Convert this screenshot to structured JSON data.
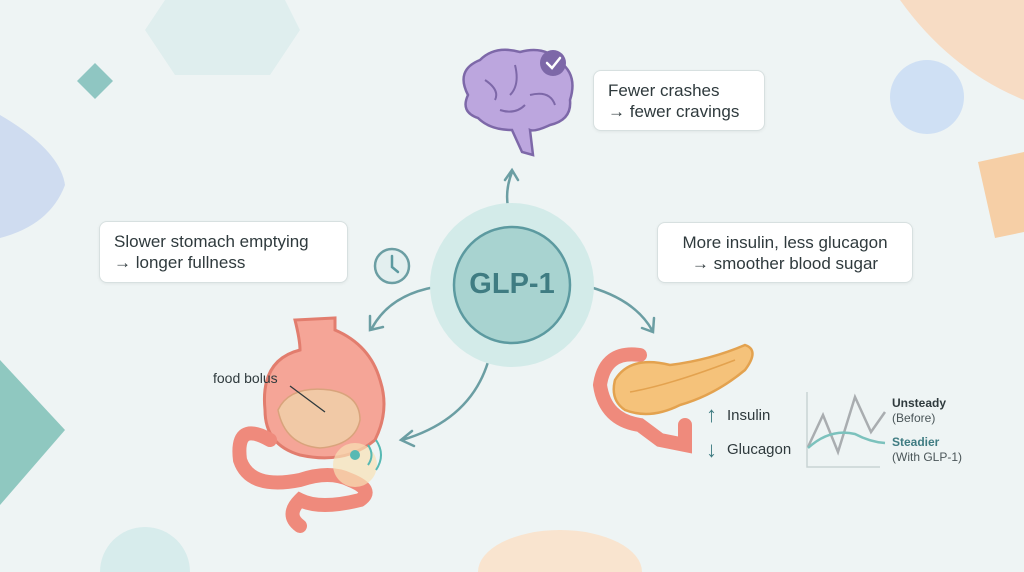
{
  "center": {
    "label": "GLP-1"
  },
  "brain_box": {
    "line1": "Fewer crashes",
    "line2": "→ fewer cravings"
  },
  "stomach_box": {
    "line1": "Slower stomach emptying",
    "line2": "→ longer fullness"
  },
  "pancreas_box": {
    "line1": "More insulin, less glucagon",
    "line2": "→ smoother blood sugar"
  },
  "stomach": {
    "bolus_label": "food bolus"
  },
  "hormones": {
    "insulin": "Insulin",
    "glucagon": "Glucagon",
    "insulin_arrow": "↑",
    "glucagon_arrow": "↓"
  },
  "legend": {
    "unsteady": "Unsteady",
    "unsteady_sub": "(Before)",
    "steadier": "Steadier",
    "steadier_sub": "(With GLP-1)"
  },
  "colors": {
    "teal": "#5c9aa0",
    "purple": "#b9a4dc",
    "stomach": "#ef8a7c",
    "pancreas": "#f2b766",
    "background": "#eef4f4"
  }
}
